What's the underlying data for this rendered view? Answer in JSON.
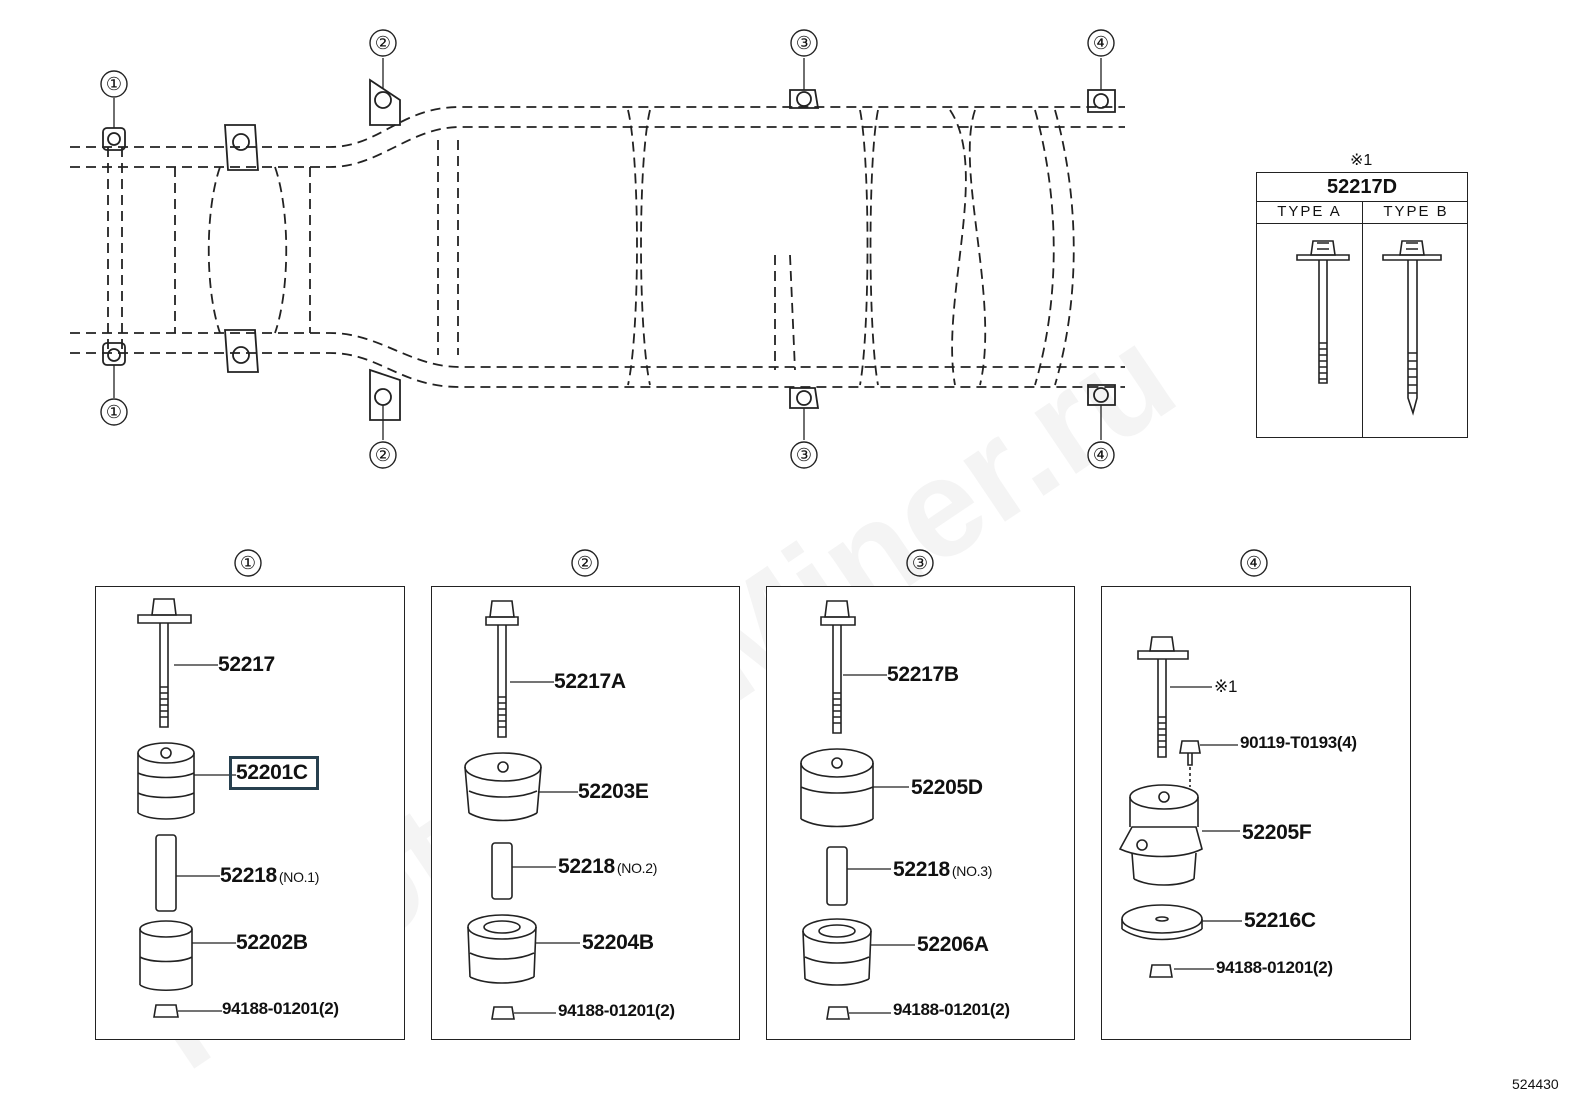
{
  "callouts": [
    "①",
    "②",
    "③",
    "④"
  ],
  "type_box": {
    "note": "※1",
    "part": "52217D",
    "type_a": "TYPE A",
    "type_b": "TYPE B"
  },
  "panels": [
    {
      "number": "①",
      "parts": [
        {
          "label": "52217",
          "suffix": ""
        },
        {
          "label": "52201C",
          "suffix": "",
          "highlighted": true
        },
        {
          "label": "52218",
          "suffix": "(NO.1)"
        },
        {
          "label": "52202B",
          "suffix": ""
        },
        {
          "label": "94188-01201(2)",
          "suffix": ""
        }
      ]
    },
    {
      "number": "②",
      "parts": [
        {
          "label": "52217A",
          "suffix": ""
        },
        {
          "label": "52203E",
          "suffix": ""
        },
        {
          "label": "52218",
          "suffix": "(NO.2)"
        },
        {
          "label": "52204B",
          "suffix": ""
        },
        {
          "label": "94188-01201(2)",
          "suffix": ""
        }
      ]
    },
    {
      "number": "③",
      "parts": [
        {
          "label": "52217B",
          "suffix": ""
        },
        {
          "label": "52205D",
          "suffix": ""
        },
        {
          "label": "52218",
          "suffix": "(NO.3)"
        },
        {
          "label": "52206A",
          "suffix": ""
        },
        {
          "label": "94188-01201(2)",
          "suffix": ""
        }
      ]
    },
    {
      "number": "④",
      "parts": [
        {
          "label": "※1",
          "suffix": ""
        },
        {
          "label": "90119-T0193(4)",
          "suffix": ""
        },
        {
          "label": "52205F",
          "suffix": ""
        },
        {
          "label": "52216C",
          "suffix": ""
        },
        {
          "label": "94188-01201(2)",
          "suffix": ""
        }
      ]
    }
  ],
  "reference_number": "524430",
  "watermark": "ToyotaCarMiner.ru"
}
